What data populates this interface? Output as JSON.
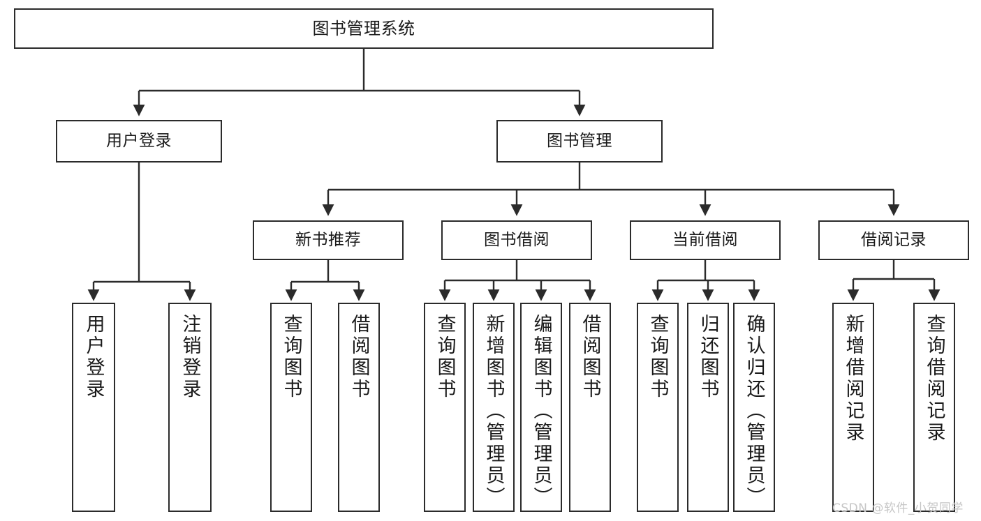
{
  "diagram": {
    "title": "图书管理系统",
    "watermark": "CSDN @软件_小贺同学",
    "colors": {
      "stroke": "#2b2b2b",
      "fill": "#ffffff",
      "text": "#1a1a1a",
      "watermark": "#c6c6c6"
    },
    "root": {
      "label": "图书管理系统"
    },
    "level2": [
      {
        "label": "用户登录"
      },
      {
        "label": "图书管理"
      }
    ],
    "level3": [
      {
        "label": "新书推荐"
      },
      {
        "label": "图书借阅"
      },
      {
        "label": "当前借阅"
      },
      {
        "label": "借阅记录"
      }
    ],
    "leaves": {
      "user_login": [
        {
          "label": "用户登录"
        },
        {
          "label": "注销登录"
        }
      ],
      "new_book": [
        {
          "label": "查询图书"
        },
        {
          "label": "借阅图书"
        }
      ],
      "book_borrow": [
        {
          "label": "查询图书"
        },
        {
          "label": "新增图书（管理员）"
        },
        {
          "label": "编辑图书（管理员）"
        },
        {
          "label": "借阅图书"
        }
      ],
      "current_borrow": [
        {
          "label": "查询图书"
        },
        {
          "label": "归还图书"
        },
        {
          "label": "确认归还（管理员）"
        }
      ],
      "borrow_record": [
        {
          "label": "新增借阅记录"
        },
        {
          "label": "查询借阅记录"
        }
      ]
    }
  }
}
